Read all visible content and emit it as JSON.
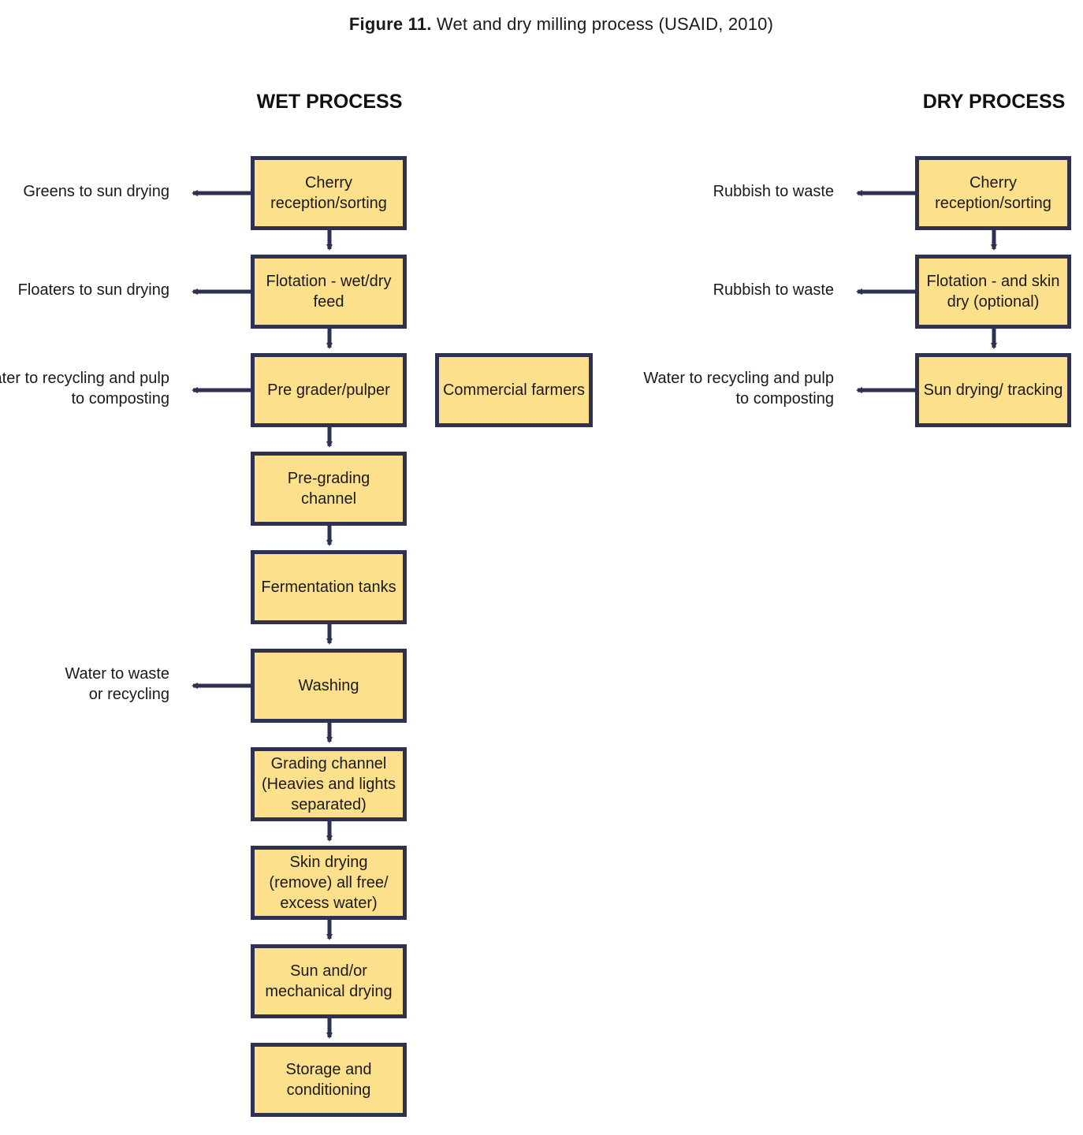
{
  "figure": {
    "title_lead": "Figure 11.",
    "title_rest": " Wet and dry milling process (USAID, 2010)"
  },
  "wet": {
    "heading": "WET PROCESS",
    "steps": [
      "Cherry reception/sorting",
      "Flotation - wet/dry feed",
      "Pre grader/pulper",
      "Pre-grading channel",
      "Fermentation tanks",
      "Washing",
      "Grading channel (Heavies and lights separated)",
      "Skin drying (remove) all free/ excess water)",
      "Sun and/or mechanical drying",
      "Storage and conditioning"
    ],
    "outputs": [
      "Greens to sun drying",
      "Floaters to sun drying",
      "Water to recycling and pulp to composting",
      "Water to waste or recycling"
    ]
  },
  "commercial": {
    "label": "Commercial farmers"
  },
  "dry": {
    "heading": "DRY PROCESS",
    "steps": [
      "Cherry reception/sorting",
      "Flotation - and skin dry (optional)",
      "Sun drying/ tracking"
    ],
    "outputs": [
      "Rubbish to waste",
      "Rubbish to waste",
      "Water to recycling and pulp to composting"
    ]
  },
  "colors": {
    "box_fill": "#fde08c",
    "box_border": "#2f3150",
    "arrow": "#2f3150"
  }
}
